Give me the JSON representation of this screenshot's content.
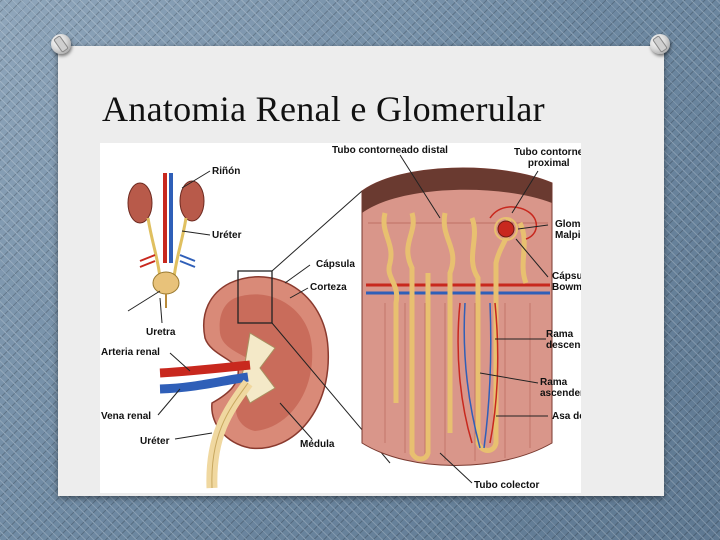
{
  "slide": {
    "title": "Anatomia Renal e Glomerular"
  },
  "figure": {
    "labels": {
      "tubo_contorneado_distal": "Tubo contorneado distal",
      "tubo_contorneado_proximal": "Tubo contorneado\n     proximal",
      "rinon": "Riñón",
      "ureter_top": "Uréter",
      "glomerulo": "Glomérulo de\nMalpighi",
      "capsula": "Cápsula",
      "corteza": "Corteza",
      "capsula_bowman": "Cápsula de\nBowman",
      "uretra": "Uretra",
      "arteria_renal": "Arteria renal",
      "rama_descendente": "Rama\ndescendente",
      "rama_ascendente": "Rama\nascendente",
      "vena_renal": "Vena renal",
      "asa_henle": "Asa de Henle",
      "ureter_bottom": "Uréter",
      "medula": "Médula",
      "tubo_colector": "Tubo colector"
    }
  },
  "colors": {
    "artery": "#c8281e",
    "vein": "#2f5fb8",
    "tubule": "#f0d08a",
    "kidney": "#d98a78",
    "tissue": "#d9968a"
  }
}
